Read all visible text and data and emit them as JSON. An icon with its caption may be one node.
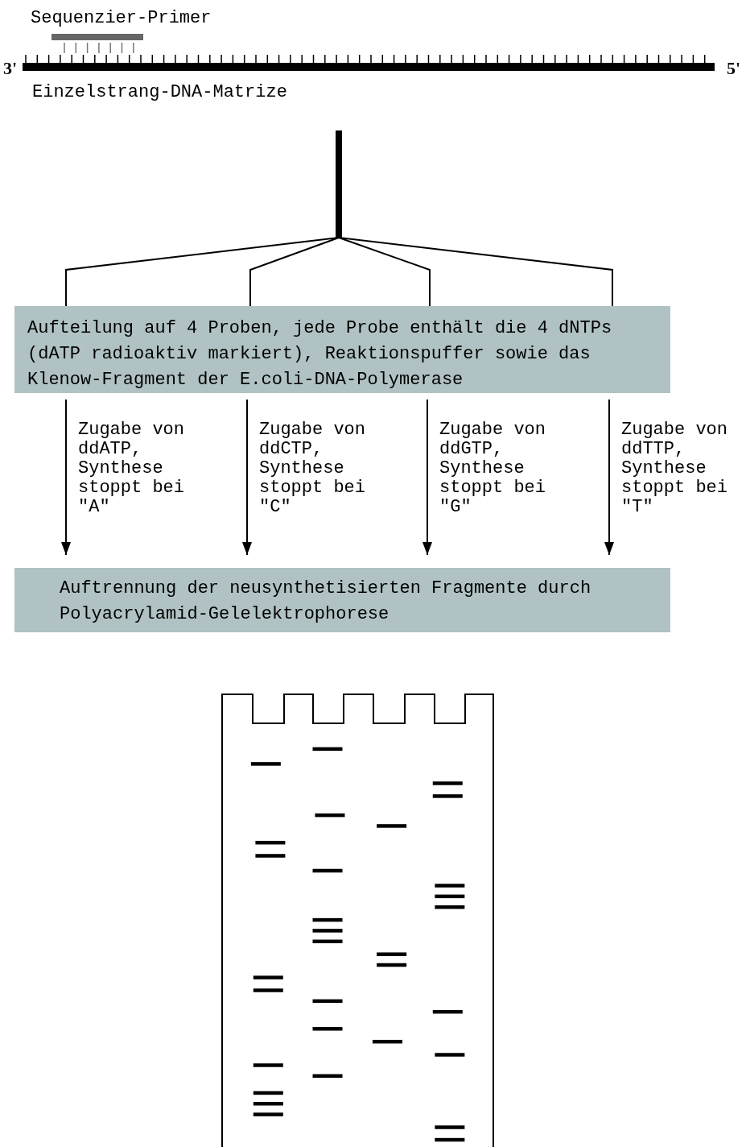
{
  "diagram": {
    "nodes": [
      {
        "text": [
          "Sequenzier-Primer",
          "3'",
          "5'",
          "Einzelstrang-DNA-Matrize"
        ]
      },
      {
        "text": [
          "Aufteilung auf 4 Proben, jede Probe enthält die 4 dNTPs (dATP radioaktiv markiert), Reaktionspuffer sowie das Klenow-Fragment der E.coli-DNA-Polymerase"
        ]
      },
      {
        "text": [
          "Auftrennung der neusynthetisierten Fragmente durch Polyacrylamid-Gelelektrophorese"
        ]
      }
    ],
    "edges": [
      {
        "from": 0,
        "to": 1,
        "arrow": "none"
      },
      {
        "from": 0,
        "to": 1,
        "arrow": "none"
      },
      {
        "from": 0,
        "to": 1,
        "arrow": "none"
      },
      {
        "from": 0,
        "to": 1,
        "arrow": "none"
      },
      {
        "from": 1,
        "to": 2,
        "arrow": "to",
        "label": "Zugabe von ddATP, Synthese stoppt bei \"A\""
      },
      {
        "from": 1,
        "to": 2,
        "arrow": "to",
        "label": "Zugabe von ddCTP, Synthese stoppt bei \"C\""
      },
      {
        "from": 1,
        "to": 2,
        "arrow": "to",
        "label": "Zugabe von ddGTP, Synthese stoppt bei \"G\""
      },
      {
        "from": 1,
        "to": 2,
        "arrow": "to",
        "label": "Zugabe von ddTTP, Synthese stoppt bei \"T\""
      }
    ]
  }
}
